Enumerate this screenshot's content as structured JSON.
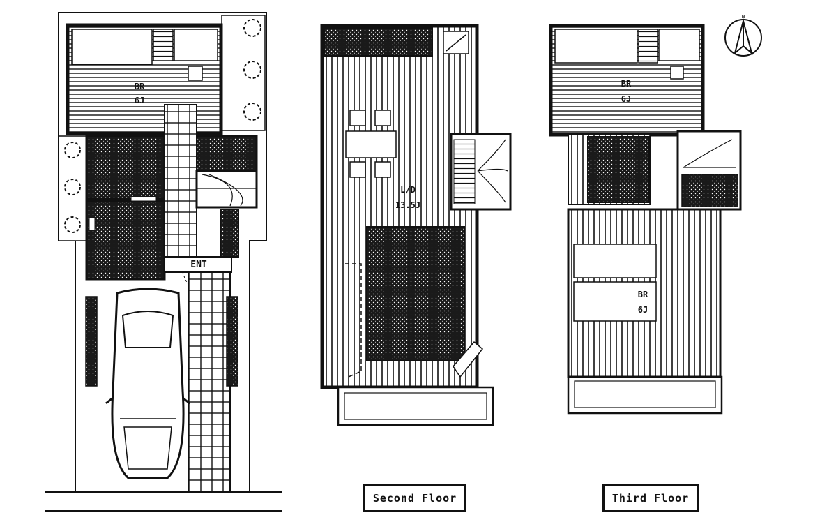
{
  "floors": {
    "first": {
      "rooms": [
        {
          "name": "BR",
          "size": "6J"
        },
        {
          "name": "ENT"
        }
      ]
    },
    "second": {
      "caption": "Second Floor",
      "rooms": [
        {
          "name": "L/D",
          "size": "13.5J"
        }
      ]
    },
    "third": {
      "caption": "Third Floor",
      "rooms": [
        {
          "name": "BR",
          "size": "6J"
        },
        {
          "name": "BR",
          "size": "6J"
        }
      ]
    }
  },
  "compass": {
    "label": "N"
  },
  "colors": {
    "ink": "#111111",
    "paper": "#ffffff"
  }
}
